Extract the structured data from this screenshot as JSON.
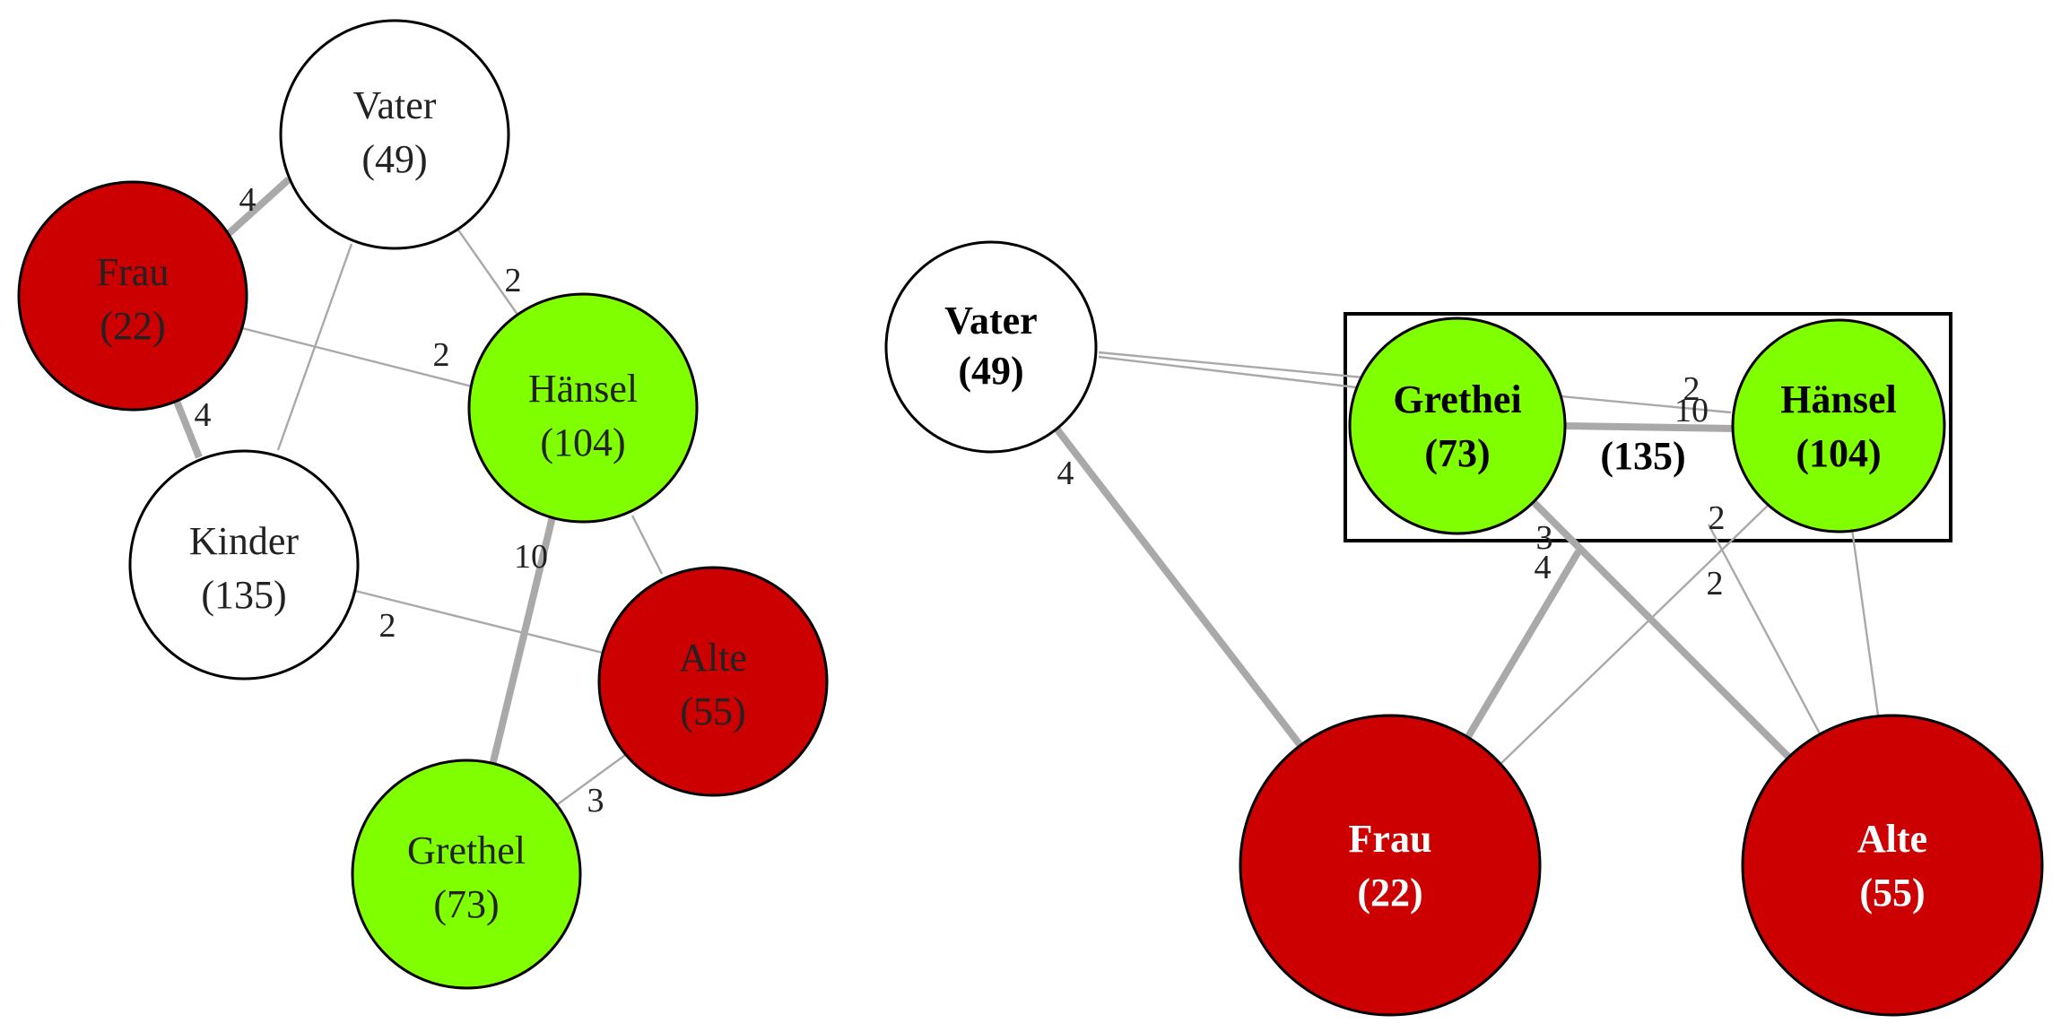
{
  "colors": {
    "white_node": "#ffffff",
    "red_node": "#cc0000",
    "green_node": "#7fff00",
    "edge": "#a9a9a9",
    "text_dark": "#222222",
    "text_on_red_right": "#ffffff"
  },
  "left_graph": {
    "nodes": {
      "vater": {
        "name": "Vater",
        "count": "(49)",
        "color": "white"
      },
      "frau": {
        "name": "Frau",
        "count": "(22)",
        "color": "red"
      },
      "hansel": {
        "name": "Hänsel",
        "count": "(104)",
        "color": "green"
      },
      "kinder": {
        "name": "Kinder",
        "count": "(135)",
        "color": "white"
      },
      "alte": {
        "name": "Alte",
        "count": "(55)",
        "color": "red"
      },
      "grethel": {
        "name": "Grethel",
        "count": "(73)",
        "color": "green"
      }
    },
    "edges": [
      {
        "from": "vater",
        "to": "frau",
        "weight": "4"
      },
      {
        "from": "vater",
        "to": "hansel",
        "weight": "2"
      },
      {
        "from": "vater",
        "to": "kinder",
        "weight": ""
      },
      {
        "from": "frau",
        "to": "hansel",
        "weight": "2"
      },
      {
        "from": "frau",
        "to": "kinder",
        "weight": "4"
      },
      {
        "from": "hansel",
        "to": "grethel",
        "weight": "10"
      },
      {
        "from": "hansel",
        "to": "alte",
        "weight": ""
      },
      {
        "from": "kinder",
        "to": "alte",
        "weight": "2"
      },
      {
        "from": "grethel",
        "to": "alte",
        "weight": "3"
      }
    ]
  },
  "right_graph": {
    "nodes": {
      "vater": {
        "name": "Vater",
        "count": "(49)",
        "color": "white"
      },
      "grethel": {
        "name": "Grethei",
        "count": "(73)",
        "color": "green"
      },
      "hansel": {
        "name": "Hänsel",
        "count": "(104)",
        "color": "green"
      },
      "frau": {
        "name": "Frau",
        "count": "(22)",
        "color": "red"
      },
      "alte": {
        "name": "Alte",
        "count": "(55)",
        "color": "red"
      }
    },
    "group_label": "(135)",
    "edges": [
      {
        "from": "vater",
        "to": "grethel",
        "weight": ""
      },
      {
        "from": "vater",
        "to": "hansel",
        "weight": "2"
      },
      {
        "from": "grethel",
        "to": "hansel",
        "weight": "10"
      },
      {
        "from": "vater",
        "to": "frau",
        "weight": "4"
      },
      {
        "from": "grethel",
        "to": "frau",
        "weight": "3"
      },
      {
        "from": "grethel",
        "to": "alte",
        "weight": "4"
      },
      {
        "from": "hansel",
        "to": "frau",
        "weight": "2"
      },
      {
        "from": "hansel",
        "to": "alte",
        "weight": "2"
      },
      {
        "from": "hansel",
        "to": "alte2",
        "weight": ""
      }
    ]
  }
}
